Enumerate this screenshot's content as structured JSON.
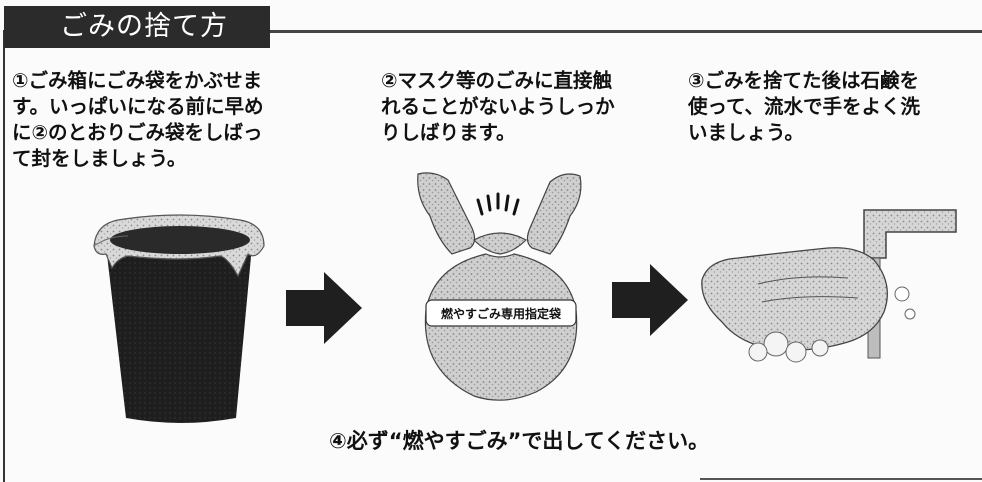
{
  "title": "ごみの捨て方",
  "steps": [
    {
      "lines": [
        "①ごみ箱にごみ袋をかぶせま",
        "す。いっぱいになる前に早め",
        "に②のとおりごみ袋をしばっ",
        "て封をしましょう。"
      ]
    },
    {
      "lines": [
        "②マスク等のごみに直接触",
        "れることがないようしっか",
        "りしばります。"
      ]
    },
    {
      "lines": [
        "③ごみを捨てた後は石鹸を",
        "使って、流水で手をよく洗",
        "いましょう。"
      ]
    }
  ],
  "bag_label": "燃やすごみ専用指定袋",
  "final_note": "④必ず“燃やすごみ”で出してください。",
  "illustrations": {
    "step1": "trash-can-with-bag",
    "step2": "tied-garbage-bag",
    "step3": "hand-washing-under-faucet",
    "arrow": "right-arrow"
  },
  "colors": {
    "title_bg": "#2b2b2b",
    "title_text": "#ffffff",
    "illustration_dark": "#1f1f1f",
    "illustration_mid": "#9a9a9a",
    "illustration_light": "#e6e6e6"
  }
}
